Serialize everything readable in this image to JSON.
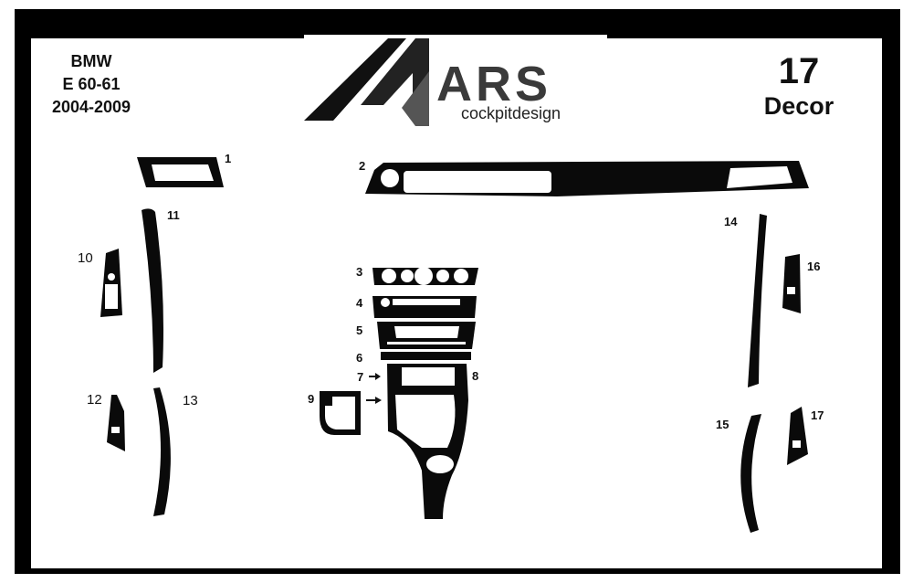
{
  "car": {
    "make": "BMW",
    "model": "E 60-61",
    "years": "2004-2009"
  },
  "set": {
    "number": "17",
    "label": "Decor"
  },
  "logo": {
    "wordmark": "ARS",
    "tagline": "cockpitdesign"
  },
  "part_labels": [
    "1",
    "2",
    "3",
    "4",
    "5",
    "6",
    "7",
    "8",
    "9",
    "10",
    "11",
    "12",
    "13",
    "14",
    "15",
    "16",
    "17"
  ],
  "colors": {
    "frame": "#000000",
    "part_fill": "#0a0a0a",
    "logo_gray": "#3a3a3a",
    "background": "#ffffff"
  }
}
